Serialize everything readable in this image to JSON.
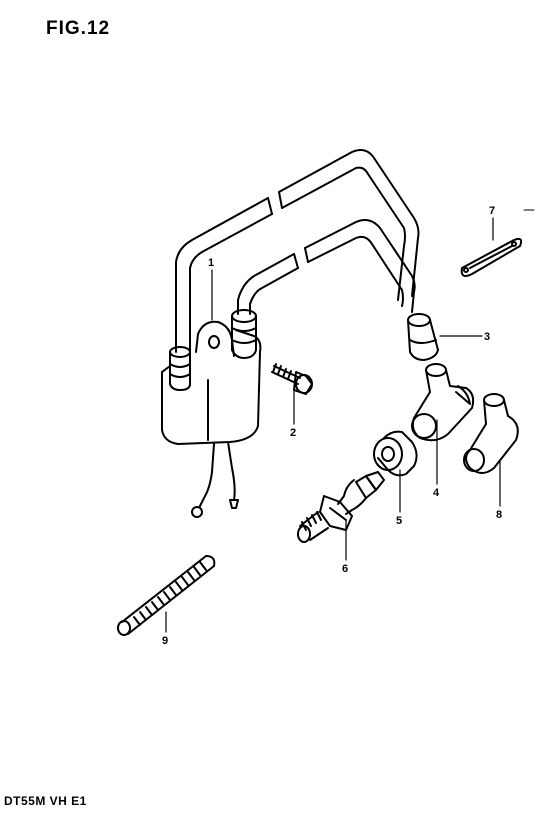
{
  "figure": {
    "title": "FIG.12",
    "model_code": "DT55M VH E1"
  },
  "callouts": [
    {
      "number": "1",
      "part": "ignition-coil"
    },
    {
      "number": "2",
      "part": "bolt"
    },
    {
      "number": "3",
      "part": "plug-cap-small"
    },
    {
      "number": "4",
      "part": "spark-plug-cap"
    },
    {
      "number": "5",
      "part": "washer-ring"
    },
    {
      "number": "6",
      "part": "spark-plug"
    },
    {
      "number": "7",
      "part": "clamp"
    },
    {
      "number": "8",
      "part": "spark-plug-cap-2"
    },
    {
      "number": "9",
      "part": "high-tension-cord"
    }
  ]
}
